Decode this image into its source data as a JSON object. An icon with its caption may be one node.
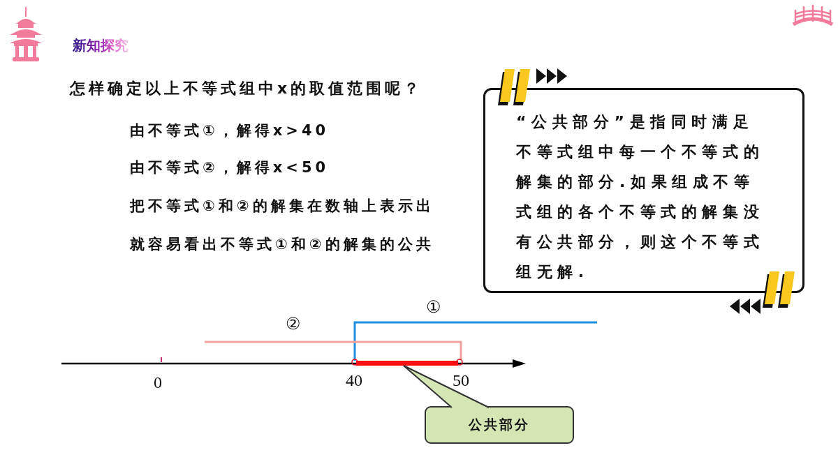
{
  "diagram": {
    "title": "新知探究",
    "nodes": [
      {
        "text": [
          "“公共部分”是指同时满足不等式组中每一个不等式的解集的部分.如果组成不等式组的各个不等式的解集没有公共部分，则这个不等式组无解."
        ]
      },
      {
        "text": [
          "公共部分"
        ]
      },
      {
        "text": [],
        "shape": "bar"
      }
    ],
    "edges": [
      {
        "from": 1,
        "to": 2,
        "arrow": "none"
      }
    ],
    "labels": [
      "怎样确定以上不等式组中x的取值范围呢？",
      "由不等式①，解得x>40",
      "由不等式②，解得x<50",
      "把不等式①和②的解集在数轴上表示出",
      "就容易看出不等式①和②的解集的公共",
      "①",
      "②",
      "0",
      "40",
      "50"
    ]
  }
}
